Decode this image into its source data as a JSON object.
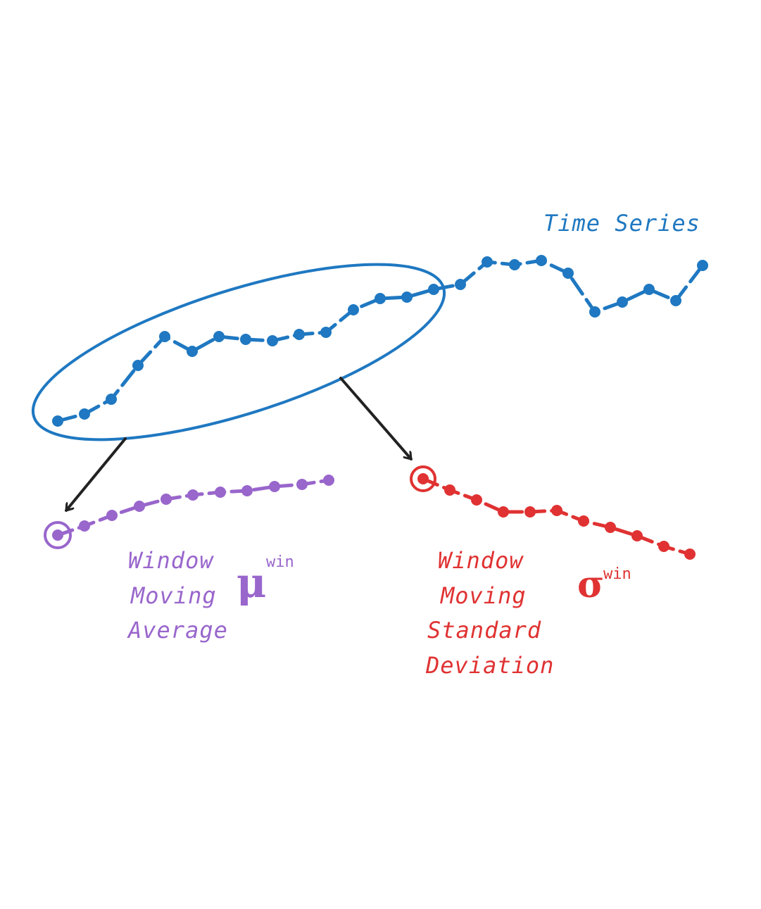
{
  "title": "Time Series",
  "colors": {
    "series": "#1f78c1",
    "average": "#9966cc",
    "stddev": "#e03232",
    "arrow": "#222222"
  },
  "average_label": {
    "lines": [
      "Window",
      "Moving",
      "Average"
    ],
    "symbol": "μ",
    "superscript": "win"
  },
  "stddev_label": {
    "lines": [
      "Window",
      "Moving",
      "Standard",
      "Deviation"
    ],
    "symbol": "σ",
    "superscript": "win"
  }
}
